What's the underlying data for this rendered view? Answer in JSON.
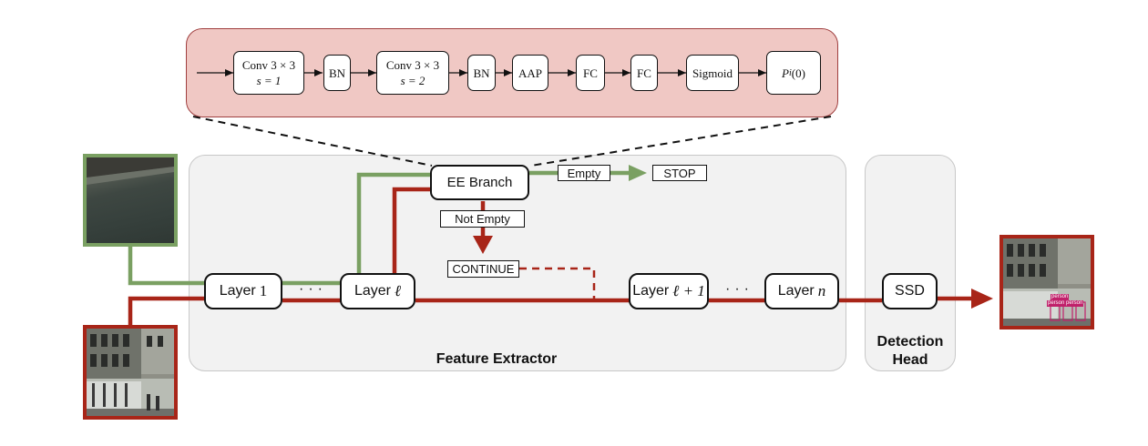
{
  "colors": {
    "green": "#7aa062",
    "red": "#a82518",
    "panel_fill": "#f2f2f2",
    "panel_border": "#c8c8c8",
    "zoom_fill": "#f0c8c4",
    "zoom_border": "#a04040"
  },
  "ee_branch_detail": {
    "blocks": [
      {
        "line1": "Conv 3 × 3",
        "line2": "s = 1"
      },
      {
        "line1": "BN",
        "line2": ""
      },
      {
        "line1": "Conv 3 × 3",
        "line2": "s = 2"
      },
      {
        "line1": "BN",
        "line2": ""
      },
      {
        "line1": "AAP",
        "line2": ""
      },
      {
        "line1": "FC",
        "line2": ""
      },
      {
        "line1": "FC",
        "line2": ""
      },
      {
        "line1": "Sigmoid",
        "line2": ""
      },
      {
        "line1": "P",
        "sub": "i",
        "line2": "",
        "suffix": "(0)"
      }
    ]
  },
  "feature_extractor": {
    "title": "Feature Extractor",
    "layers": [
      {
        "name": "Layer",
        "symbol": "1"
      },
      {
        "name": "Layer",
        "symbol": "ℓ"
      },
      {
        "name": "Layer",
        "symbol": "ℓ + 1"
      },
      {
        "name": "Layer",
        "symbol": "n"
      }
    ],
    "ellipsis": "···"
  },
  "ee_branch": {
    "label": "EE Branch",
    "empty_label": "Empty",
    "stop_label": "STOP",
    "not_empty_label": "Not Empty",
    "continue_label": "CONTINUE"
  },
  "detection_head": {
    "title_line1": "Detection",
    "title_line2": "Head",
    "ssd_label": "SSD"
  },
  "output_image": {
    "detections": [
      "person",
      "person",
      "person"
    ]
  }
}
